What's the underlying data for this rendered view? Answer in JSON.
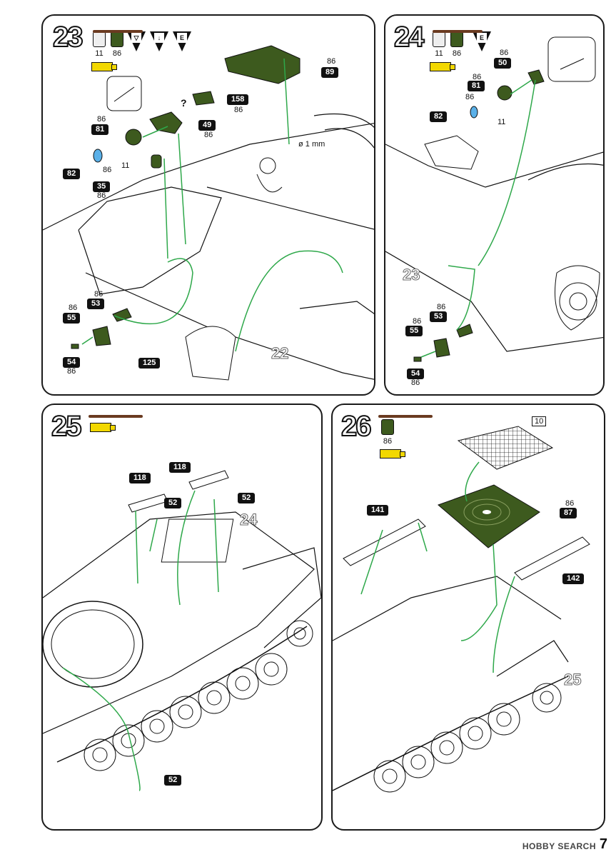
{
  "steps": [
    {
      "number": "23",
      "paint_codes": [
        "11",
        "86"
      ],
      "parts": [
        {
          "id": "89",
          "paint": "86"
        },
        {
          "id": "158",
          "paint": "86"
        },
        {
          "id": "49",
          "paint": "86"
        },
        {
          "id": "81",
          "paint": "86"
        },
        {
          "id": "82",
          "paint": "86"
        },
        {
          "id": "35",
          "paint": "86"
        },
        {
          "id": "55",
          "paint": "86"
        },
        {
          "id": "53",
          "paint": "86"
        },
        {
          "id": "54",
          "paint": "86"
        },
        {
          "id": "125",
          "paint": ""
        }
      ],
      "extra_labels": {
        "eleven": "11",
        "question": "?",
        "drill": "ø 1 mm",
        "ref_step": "22"
      }
    },
    {
      "number": "24",
      "paint_codes": [
        "11",
        "86"
      ],
      "parts": [
        {
          "id": "50",
          "paint": "86"
        },
        {
          "id": "81",
          "paint": "86"
        },
        {
          "id": "82",
          "paint": "86"
        },
        {
          "id": "53",
          "paint": "86"
        },
        {
          "id": "55",
          "paint": "86"
        },
        {
          "id": "54",
          "paint": "86"
        }
      ],
      "extra_labels": {
        "eleven": "11",
        "eleven_b": "11",
        "paint_82": "86",
        "ref_step": "23"
      }
    },
    {
      "number": "25",
      "paint_codes": [],
      "parts": [
        {
          "id": "118"
        },
        {
          "id": "118"
        },
        {
          "id": "52"
        },
        {
          "id": "52"
        },
        {
          "id": "52"
        }
      ],
      "extra_labels": {
        "ref_step": "24"
      }
    },
    {
      "number": "26",
      "paint_codes": [
        "86"
      ],
      "parts": [
        {
          "id": "10"
        },
        {
          "id": "87",
          "paint": "86"
        },
        {
          "id": "141"
        },
        {
          "id": "142"
        }
      ],
      "extra_labels": {
        "ref_step": "25"
      }
    }
  ],
  "page_number": "7",
  "watermark": "HOBBY SEARCH",
  "colors": {
    "olive": "#3d5a1e",
    "glue": "#f2d800",
    "arrow": "#2ea84a",
    "lens": "#5ab0e8"
  }
}
